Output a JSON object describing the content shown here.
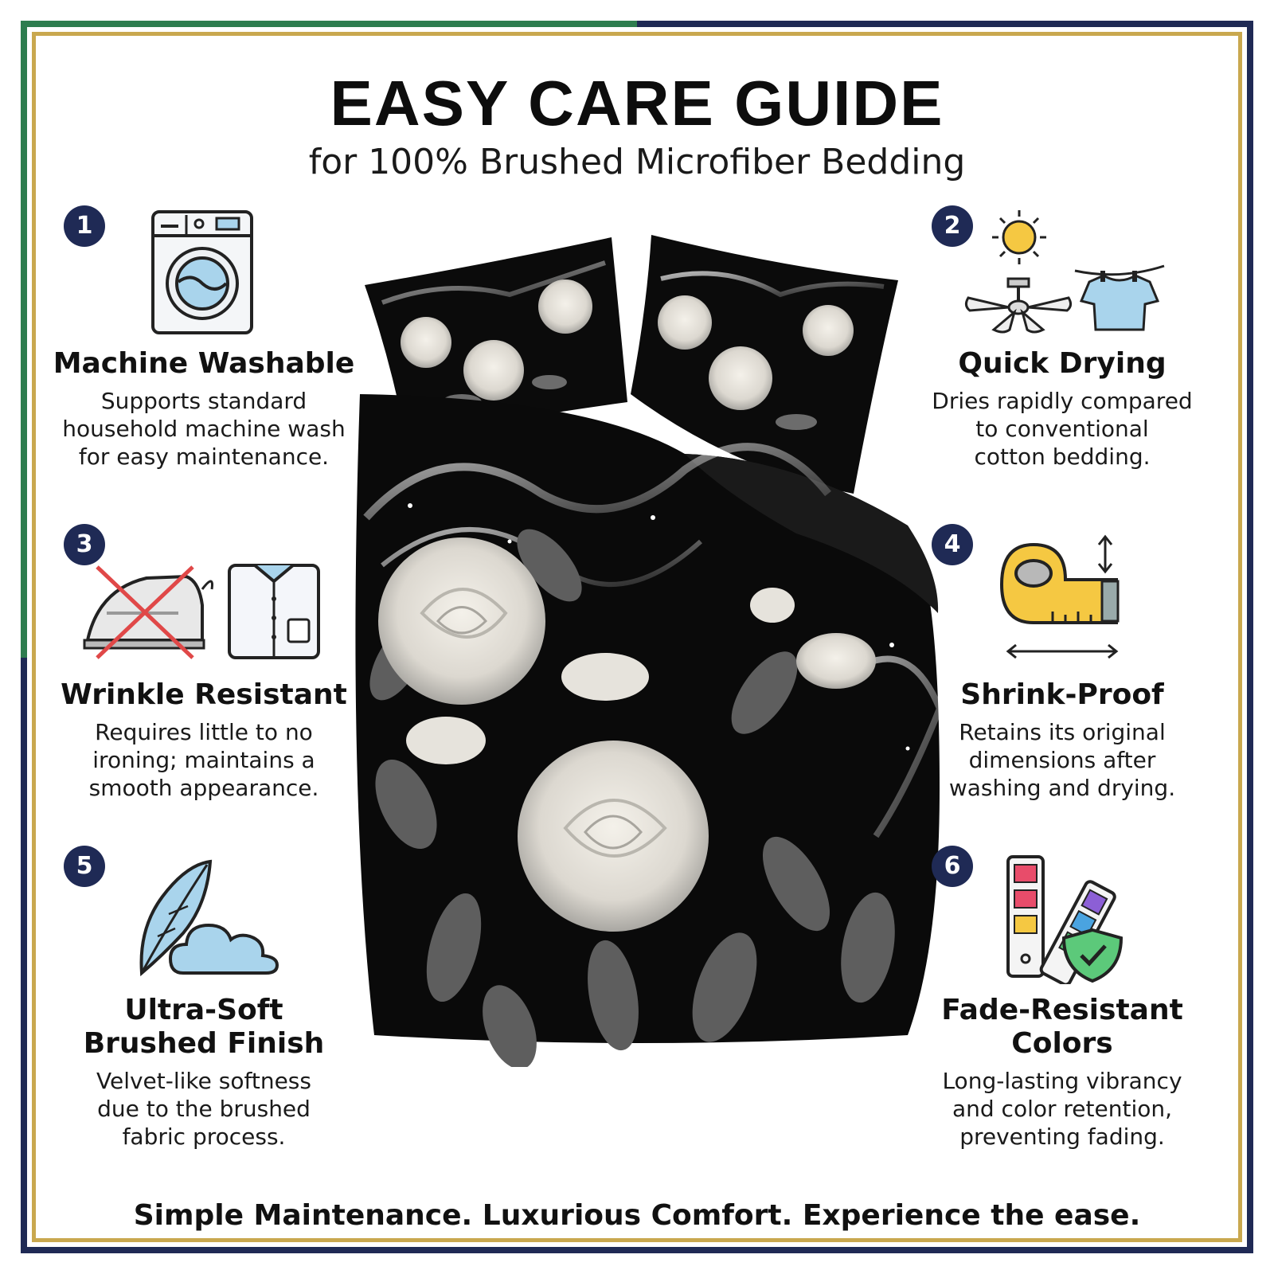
{
  "title": "EASY CARE GUIDE",
  "subtitle": "for 100% Brushed Microfiber Bedding",
  "features": [
    {
      "number": "1",
      "title": "Machine Washable",
      "desc": [
        "Supports standard",
        "household machine wash",
        "for easy maintenance."
      ],
      "icon": "washing-machine-icon"
    },
    {
      "number": "2",
      "title": "Quick Drying",
      "desc": [
        "Dries rapidly compared",
        "to conventional",
        "cotton bedding."
      ],
      "icon": "sun-fan-shirt-icon"
    },
    {
      "number": "3",
      "title": "Wrinkle Resistant",
      "desc": [
        "Requires little to no",
        "ironing; maintains a",
        "smooth appearance."
      ],
      "icon": "no-iron-shirt-icon"
    },
    {
      "number": "4",
      "title": "Shrink-Proof",
      "desc": [
        "Retains its original",
        "dimensions after",
        "washing and drying."
      ],
      "icon": "tape-measure-icon"
    },
    {
      "number": "5",
      "title": [
        "Ultra-Soft",
        "Brushed Finish"
      ],
      "desc": [
        "Velvet-like softness",
        "due to the brushed",
        "fabric process."
      ],
      "icon": "feather-cloud-icon"
    },
    {
      "number": "6",
      "title": [
        "Fade-Resistant",
        "Colors"
      ],
      "desc": [
        "Long-lasting vibrancy",
        "and color retention,",
        "preventing fading."
      ],
      "icon": "color-swatch-shield-icon"
    }
  ],
  "footer": "Simple Maintenance. Luxurious Comfort. Experience the ease.",
  "colors": {
    "navy": "#1f2a55",
    "gold": "#c9a84f",
    "green": "#2e7d4f",
    "light_blue": "#a9d4ec",
    "yellow": "#f5c842"
  }
}
